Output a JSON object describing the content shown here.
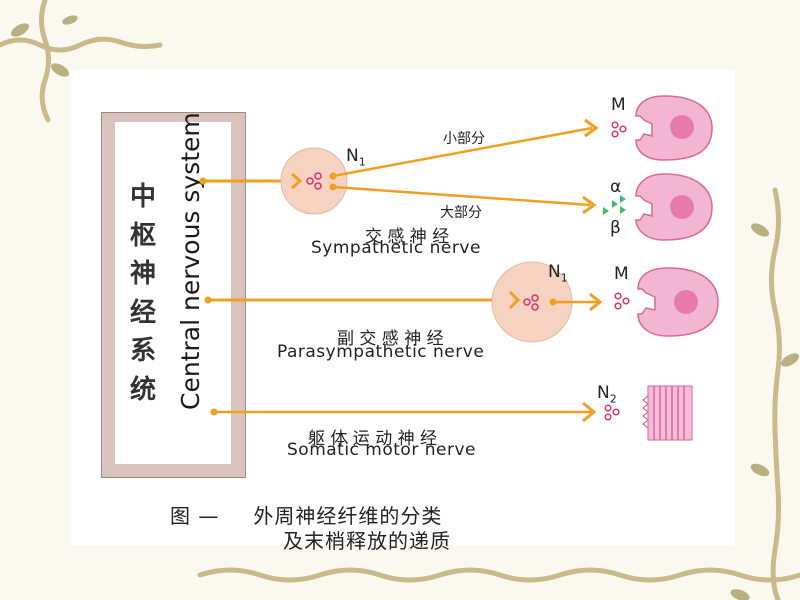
{
  "cns": {
    "label_cn": [
      "中",
      "枢",
      "神",
      "经",
      "系",
      "统"
    ],
    "label_en": "Central nervous system"
  },
  "sympathetic": {
    "ganglion": "N",
    "ganglion_sub": "1",
    "branch_small": "小部分",
    "branch_large": "大部分",
    "receptor_top": "M",
    "receptor_alpha": "α",
    "receptor_beta": "β",
    "name_cn": "交 感 神 经",
    "name_en": "Sympathetic nerve"
  },
  "parasympathetic": {
    "ganglion": "N",
    "ganglion_sub": "1",
    "receptor": "M",
    "name_cn": "副 交 感 神 经",
    "name_en": "Parasympathetic  nerve"
  },
  "somatic": {
    "receptor": "N",
    "receptor_sub": "2",
    "name_cn": "躯 体 运 动 神 经",
    "name_en": "Somatic motor nerve"
  },
  "caption": {
    "line1_prefix": "图   —",
    "line1_text": "外周神经纤维的分类",
    "line2_text": "及末梢释放的递质"
  },
  "colors": {
    "nerve_line": "#f0a020",
    "cns_box": "#d8c4bd",
    "cns_border": "#a88680",
    "ganglion_fill": "#f6d2c0",
    "cell_fill": "#f2b6d0",
    "cell_nucleus": "#e87aa8",
    "vesicle": "#e0306a",
    "triangle": "#3cc070",
    "vine": "#c9b98b",
    "leaf": "#9aa870"
  }
}
